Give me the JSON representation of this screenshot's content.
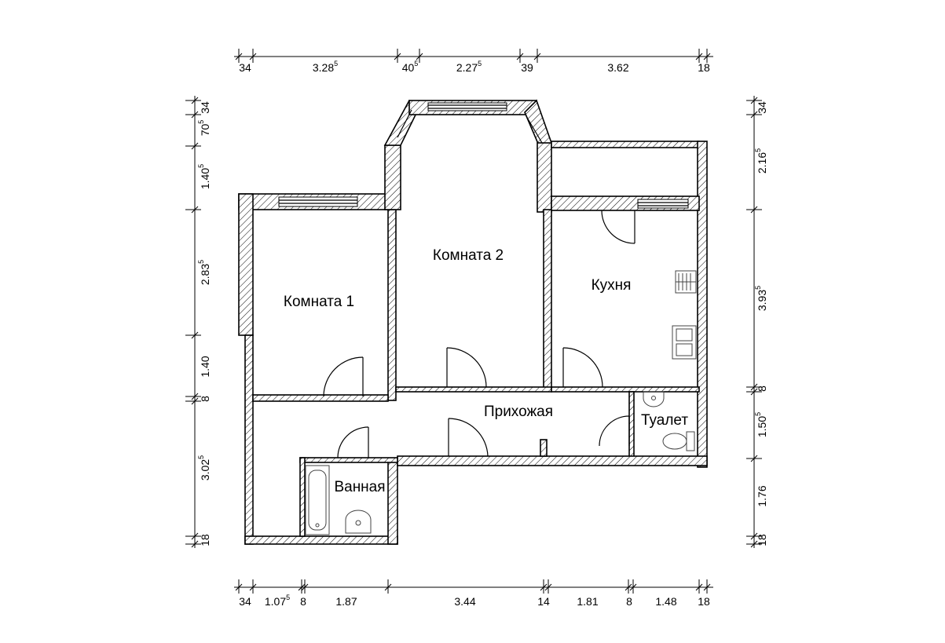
{
  "rooms": {
    "room1": "Комната 1",
    "room2": "Комната 2",
    "kitchen": "Кухня",
    "hallway": "Прихожая",
    "bathroom": "Ванная",
    "toilet": "Туалет"
  },
  "dims": {
    "top": [
      {
        "v": "34"
      },
      {
        "v": "3.28",
        "s": "5"
      },
      {
        "v": "40",
        "s": "5"
      },
      {
        "v": "2.27",
        "s": "5"
      },
      {
        "v": "39"
      },
      {
        "v": "3.62"
      },
      {
        "v": "18"
      }
    ],
    "bottom": [
      {
        "v": "34"
      },
      {
        "v": "1.07",
        "s": "5"
      },
      {
        "v": "8"
      },
      {
        "v": "1.87"
      },
      {
        "v": "3.44"
      },
      {
        "v": "14"
      },
      {
        "v": "1.81"
      },
      {
        "v": "8"
      },
      {
        "v": "1.48"
      },
      {
        "v": "18"
      }
    ],
    "left": [
      {
        "v": "34"
      },
      {
        "v": "70",
        "s": "5"
      },
      {
        "v": "1.40",
        "s": "5"
      },
      {
        "v": "2.83",
        "s": "5"
      },
      {
        "v": "1.40"
      },
      {
        "v": "8"
      },
      {
        "v": "3.02",
        "s": "5"
      },
      {
        "v": "18"
      }
    ],
    "right": [
      {
        "v": "34"
      },
      {
        "v": "2.16",
        "s": "5"
      },
      {
        "v": "3.93",
        "s": "5"
      },
      {
        "v": "8"
      },
      {
        "v": "1.50",
        "s": "5"
      },
      {
        "v": "1.76"
      },
      {
        "v": "18"
      }
    ]
  }
}
